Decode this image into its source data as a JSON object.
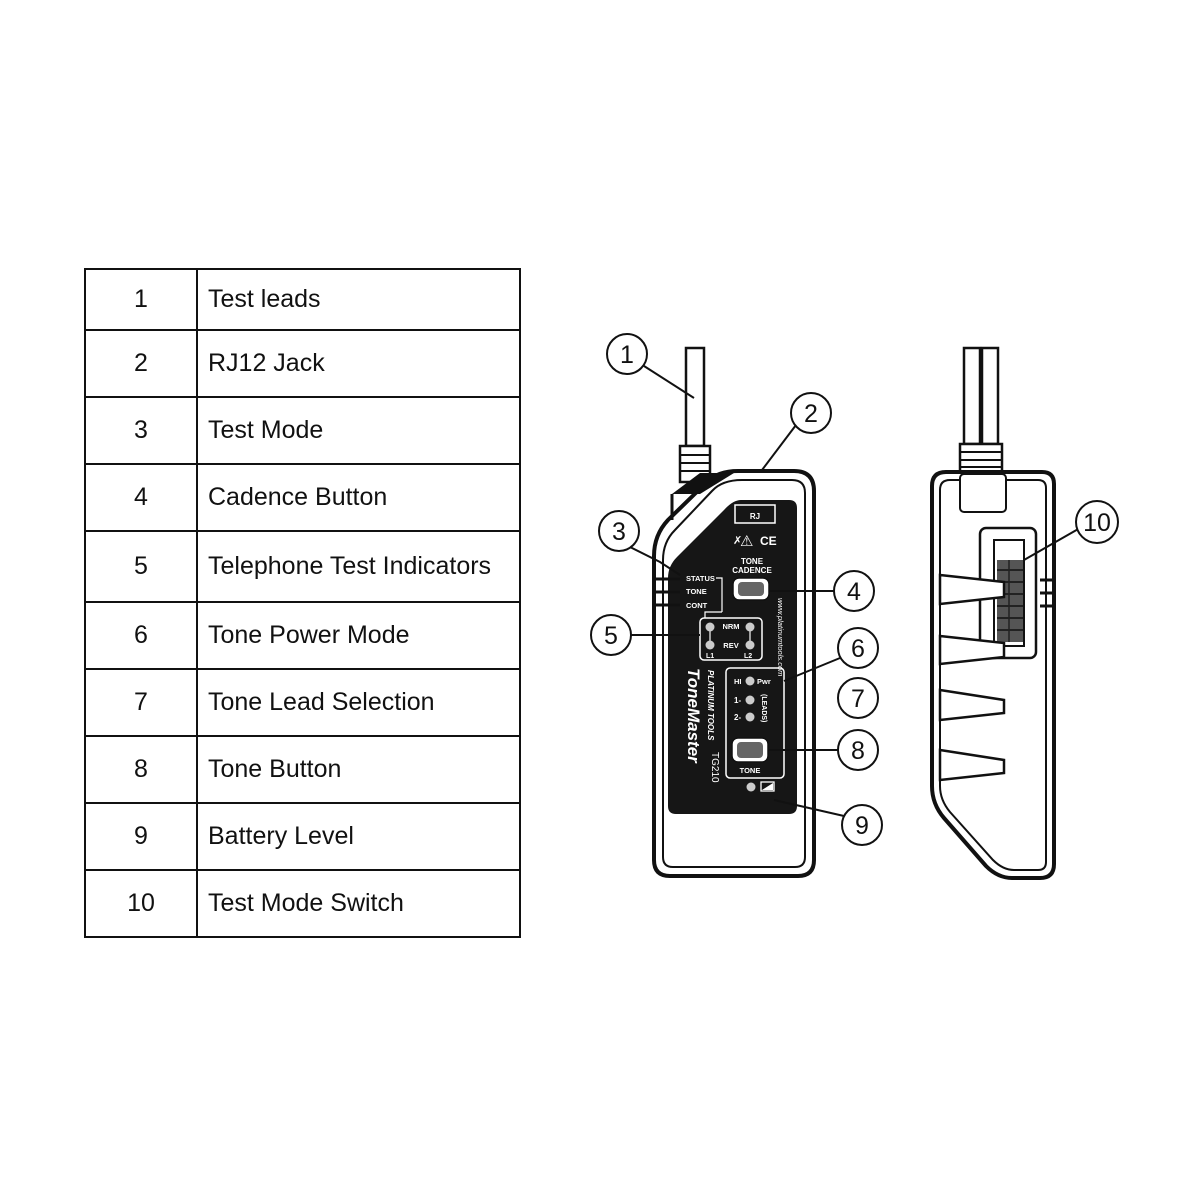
{
  "legend": [
    {
      "num": "1",
      "label": "Test leads"
    },
    {
      "num": "2",
      "label": "RJ12 Jack"
    },
    {
      "num": "3",
      "label": "Test Mode"
    },
    {
      "num": "4",
      "label": "Cadence Button"
    },
    {
      "num": "5",
      "label": "Telephone Test Indicators"
    },
    {
      "num": "6",
      "label": "Tone Power Mode"
    },
    {
      "num": "7",
      "label": "Tone Lead Selection"
    },
    {
      "num": "8",
      "label": "Tone Button"
    },
    {
      "num": "9",
      "label": "Battery Level"
    },
    {
      "num": "10",
      "label": "Test Mode Switch"
    }
  ],
  "device": {
    "rj_label": "RJ",
    "ce_mark": "CE",
    "cadence_label_1": "TONE",
    "cadence_label_2": "CADENCE",
    "status_label": "STATUS",
    "tone_label": "TONE",
    "cont_label": "CONT",
    "nrm_label": "NRM",
    "rev_label": "REV",
    "l1_label": "L1",
    "l2_label": "L2",
    "hi_label": "HI",
    "pwr_label": "Pwr",
    "lead1_label": "1-",
    "lead2_label": "2-",
    "leads_label": "(LEADS)",
    "tone_button_label": "TONE",
    "url_label": "www.platinumtools.com",
    "brand_label": "PLATINUM TOOLS",
    "model_label": "TG210",
    "product_name": "ToneMaster"
  }
}
